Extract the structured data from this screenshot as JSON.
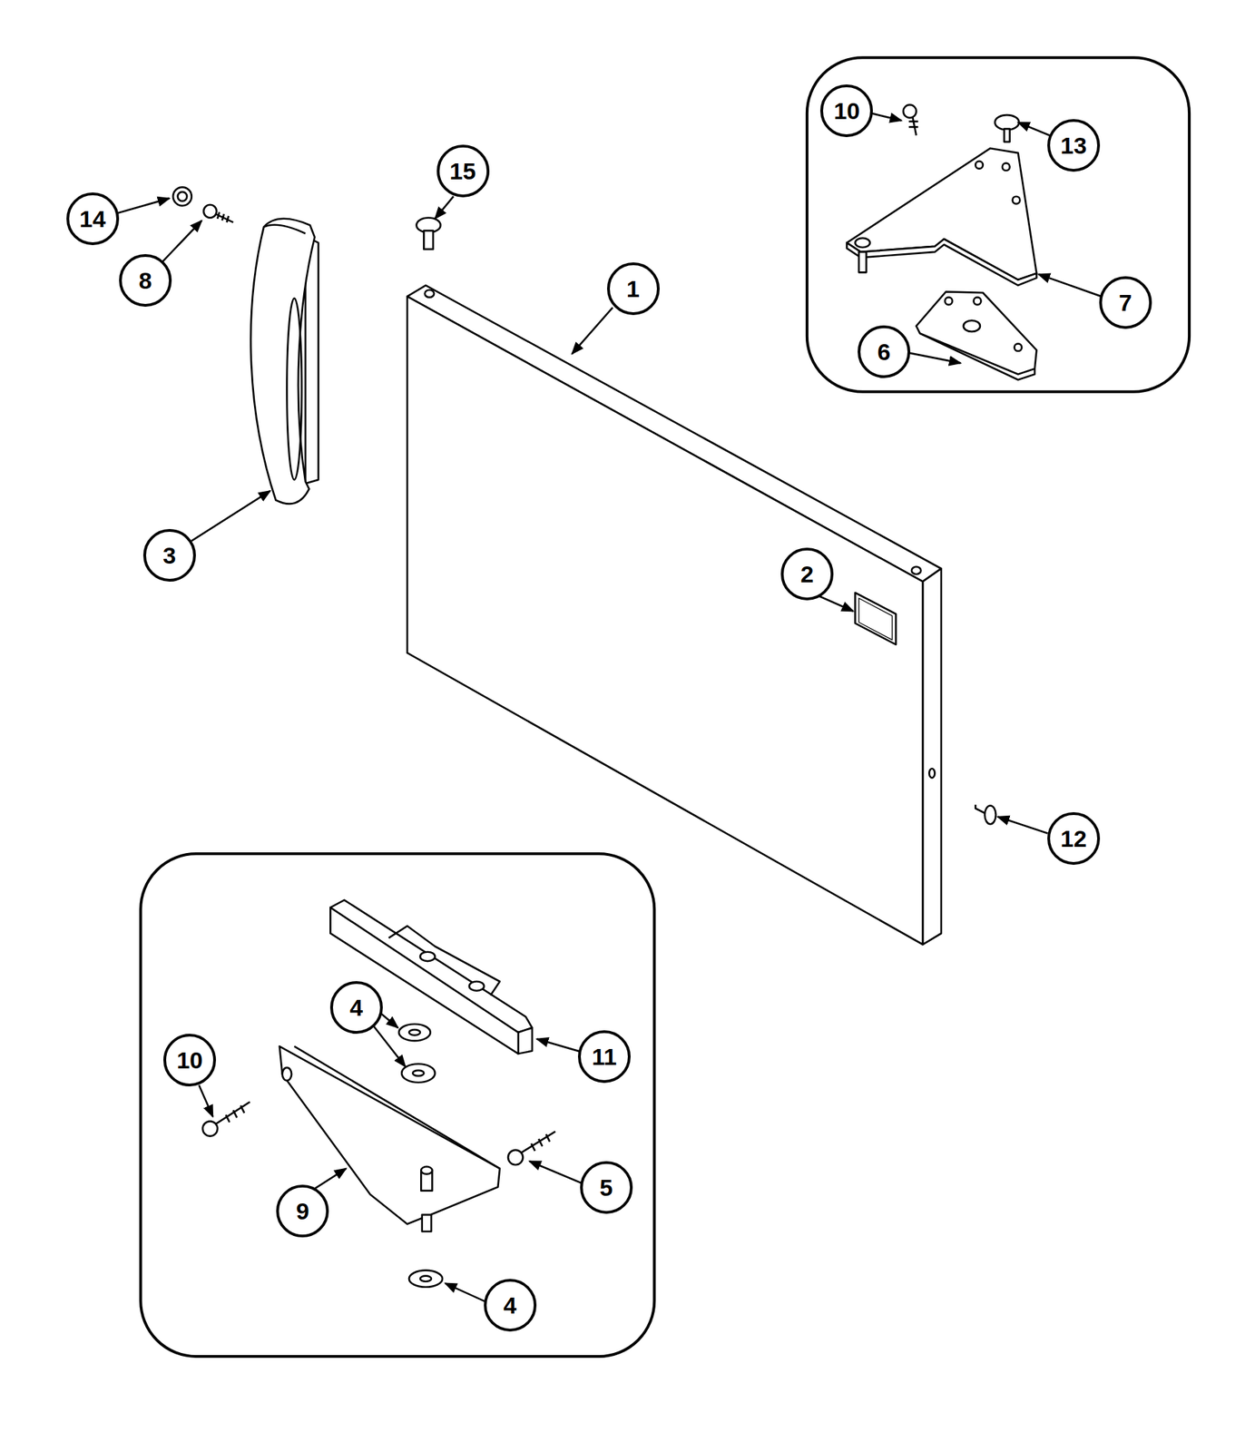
{
  "diagram": {
    "nodes": [
      {
        "text": [
          "10"
        ]
      },
      {
        "text": [
          "13"
        ]
      },
      {
        "text": [
          "15"
        ]
      },
      {
        "text": [
          "14"
        ]
      },
      {
        "text": [
          "8"
        ]
      },
      {
        "text": [
          "1"
        ]
      },
      {
        "text": [
          "7"
        ]
      },
      {
        "text": [
          "6"
        ]
      },
      {
        "text": [
          "3"
        ]
      },
      {
        "text": [
          "2"
        ]
      },
      {
        "text": [
          "12"
        ]
      },
      {
        "text": [
          "4"
        ]
      },
      {
        "text": [
          "11"
        ]
      },
      {
        "text": [
          "10"
        ]
      },
      {
        "text": [
          "5"
        ]
      },
      {
        "text": [
          "9"
        ]
      },
      {
        "text": [
          "4"
        ]
      }
    ]
  }
}
